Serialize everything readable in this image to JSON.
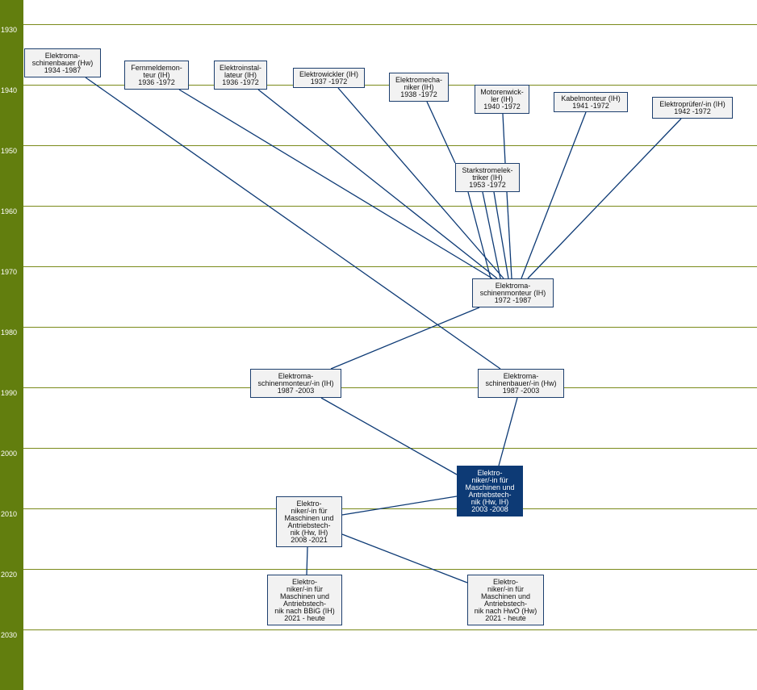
{
  "timeline": {
    "years": [
      "1930",
      "1940",
      "1950",
      "1960",
      "1970",
      "1980",
      "1990",
      "2000",
      "2010",
      "2020",
      "2030"
    ],
    "line_color": "#7a8a1a",
    "bar_color": "#627e0e"
  },
  "colors": {
    "node_bg": "#f2f2f2",
    "node_border": "#1d3f6e",
    "highlight_bg": "#0d3a75",
    "edge": "#0d3a75"
  },
  "nodes": [
    {
      "id": "elektromaschinenbauer-hw-1934",
      "lines": [
        "Elektroma-",
        "schinenbauer (Hw)",
        "1934 -1987"
      ]
    },
    {
      "id": "fernmeldemonteur-1936",
      "lines": [
        "Fernmeldemon-",
        "teur (IH)",
        "1936 -1972"
      ]
    },
    {
      "id": "elektroinstallateur-1936",
      "lines": [
        "Elektroinstal-",
        "lateur (IH)",
        "1936 -1972"
      ]
    },
    {
      "id": "elektrowickler-1937",
      "lines": [
        "Elektrowickler (IH)",
        "1937 -1972"
      ]
    },
    {
      "id": "elektromechaniker-1938",
      "lines": [
        "Elektromecha-",
        "niker (IH)",
        "1938 -1972"
      ]
    },
    {
      "id": "motorenwickler-1940",
      "lines": [
        "Motorenwick-",
        "ler (IH)",
        "1940 -1972"
      ]
    },
    {
      "id": "kabelmonteur-1941",
      "lines": [
        "Kabelmonteur (IH)",
        "1941 -1972"
      ]
    },
    {
      "id": "elektropruefer-1942",
      "lines": [
        "Elektroprüfer/-in (IH)",
        "1942 -1972"
      ]
    },
    {
      "id": "starkstromelektriker-1953",
      "lines": [
        "Starkstromelek-",
        "triker (IH)",
        "1953 -1972"
      ]
    },
    {
      "id": "elektromaschinenmonteur-1972",
      "lines": [
        "Elektroma-",
        "schinenmonteur (IH)",
        "1972 -1987"
      ]
    },
    {
      "id": "elektromaschinenmonteur-in-1987",
      "lines": [
        "Elektroma-",
        "schinenmonteur/-in (IH)",
        "1987 -2003"
      ]
    },
    {
      "id": "elektromaschinenbauer-in-1987",
      "lines": [
        "Elektroma-",
        "schinenbauer/-in (Hw)",
        "1987 -2003"
      ]
    },
    {
      "id": "elektroniker-2003",
      "lines": [
        "Elektro-",
        "niker/-in für",
        "Maschinen und",
        "Antriebstech-",
        "nik (Hw, IH)",
        "2003 -2008"
      ],
      "highlight": true
    },
    {
      "id": "elektroniker-2008",
      "lines": [
        "Elektro-",
        "niker/-in für",
        "Maschinen und",
        "Antriebstech-",
        "nik (Hw, IH)",
        "2008 -2021"
      ]
    },
    {
      "id": "elektroniker-bbig-2021",
      "lines": [
        "Elektro-",
        "niker/-in für",
        "Maschinen und",
        "Antriebstech-",
        "nik nach BBiG (IH)",
        "2021 - heute"
      ]
    },
    {
      "id": "elektroniker-hwo-2021",
      "lines": [
        "Elektro-",
        "niker/-in für",
        "Maschinen und",
        "Antriebstech-",
        "nik nach HwO (Hw)",
        "2021 - heute"
      ]
    }
  ]
}
